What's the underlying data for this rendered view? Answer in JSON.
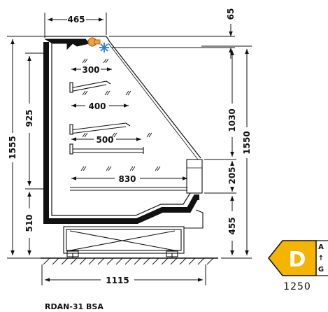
{
  "dimensions": {
    "top_depth": "465",
    "top_offset": "65",
    "shelf_1": "300",
    "shelf_2": "400",
    "shelf_3": "500",
    "deck": "830",
    "glass_height": "925",
    "total_height_left": "1555",
    "base_height_left": "510",
    "front_height": "1030",
    "total_height_right": "1550",
    "front_panel": "205",
    "base_height_right": "455",
    "total_depth": "1115"
  },
  "model_name": "RDAN-31 BSA",
  "energy_label": {
    "class": "D",
    "scale_top": "A",
    "scale_arrow": "↑",
    "scale_bottom": "G",
    "value": "1250"
  },
  "colors": {
    "energy_class": "#f4b400",
    "cabinet_wall": "#111111",
    "lamp": "#f0a040",
    "fan": "#2b7fd4"
  },
  "icons": [
    "lamp-icon",
    "snowflake-icon"
  ]
}
